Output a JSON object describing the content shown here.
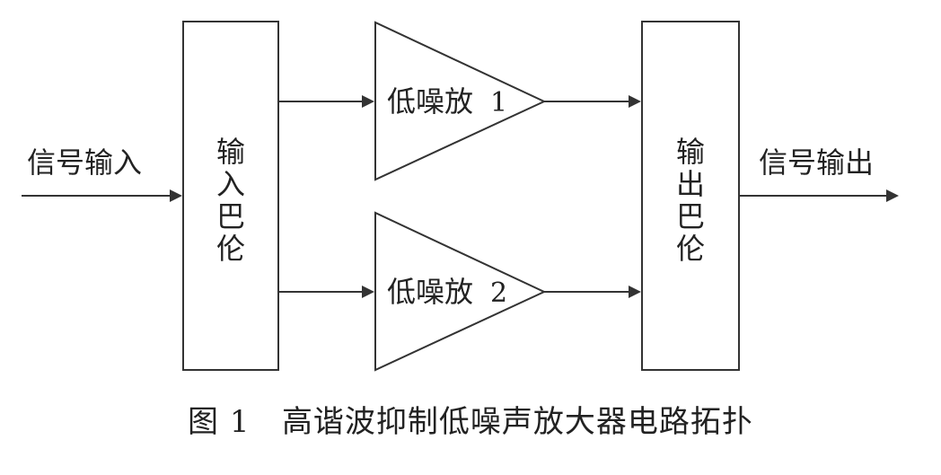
{
  "diagram": {
    "input_label": "信号输入",
    "output_label": "信号输出",
    "input_balun": [
      "输",
      "入",
      "巴",
      "伦"
    ],
    "output_balun": [
      "输",
      "出",
      "巴",
      "伦"
    ],
    "lna1_label": "低噪放",
    "lna1_index": "1",
    "lna2_label": "低噪放",
    "lna2_index": "2"
  },
  "caption": {
    "figure_number": "图 1",
    "title": "高谐波抑制低噪声放大器电路拓扑"
  },
  "colors": {
    "line": "#333333",
    "text": "#222222",
    "background": "#ffffff"
  }
}
